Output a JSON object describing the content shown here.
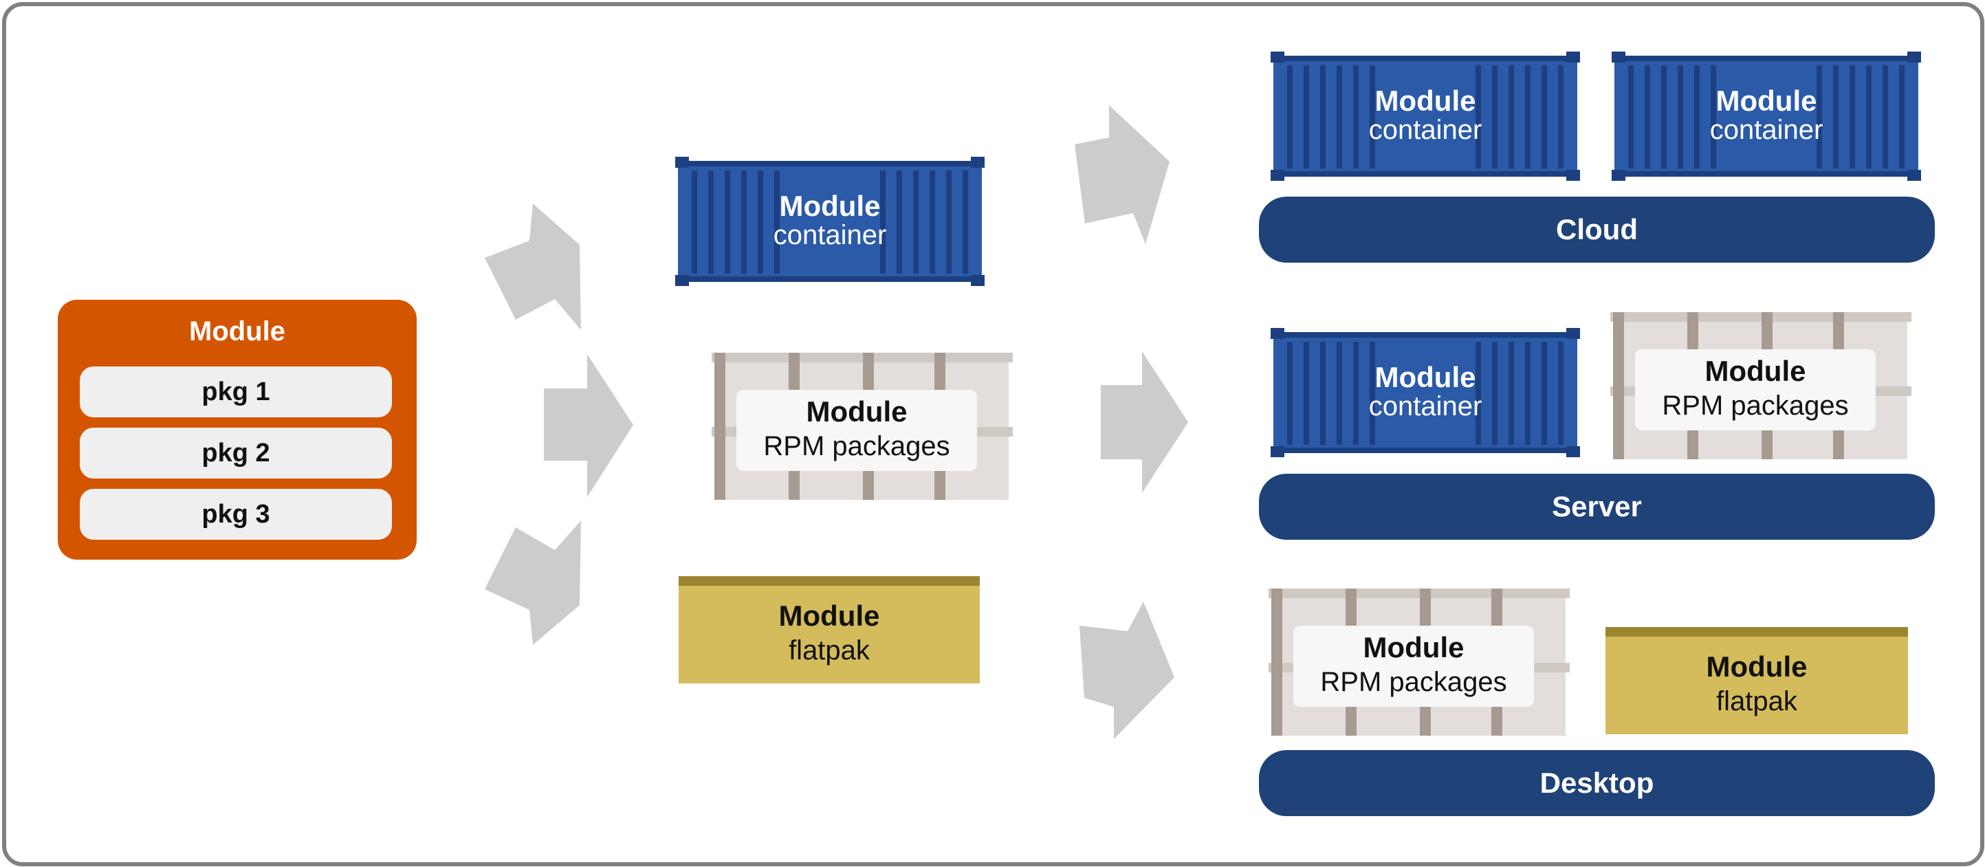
{
  "source": {
    "title": "Module",
    "packages": [
      "pkg 1",
      "pkg 2",
      "pkg 3"
    ]
  },
  "formats": {
    "container": {
      "line1": "Module",
      "line2": "container"
    },
    "rpm": {
      "line1": "Module",
      "line2": "RPM packages"
    },
    "flatpak": {
      "line1": "Module",
      "line2": "flatpak"
    }
  },
  "targets": {
    "cloud": {
      "label": "Cloud",
      "items": [
        {
          "line1": "Module",
          "line2": "container"
        },
        {
          "line1": "Module",
          "line2": "container"
        }
      ]
    },
    "server": {
      "label": "Server",
      "items": [
        {
          "line1": "Module",
          "line2": "container"
        },
        {
          "line1": "Module",
          "line2": "RPM packages"
        }
      ]
    },
    "desktop": {
      "label": "Desktop",
      "items": [
        {
          "line1": "Module",
          "line2": "RPM packages"
        },
        {
          "line1": "Module",
          "line2": "flatpak"
        }
      ]
    }
  },
  "colors": {
    "module_orange": "#d45500",
    "container_blue": "#2b5aa8",
    "platform_navy": "#1f4278",
    "flatpak_gold": "#d4bc5c",
    "crate_beige": "#e3dedb",
    "arrow_gray": "#cccccc"
  }
}
